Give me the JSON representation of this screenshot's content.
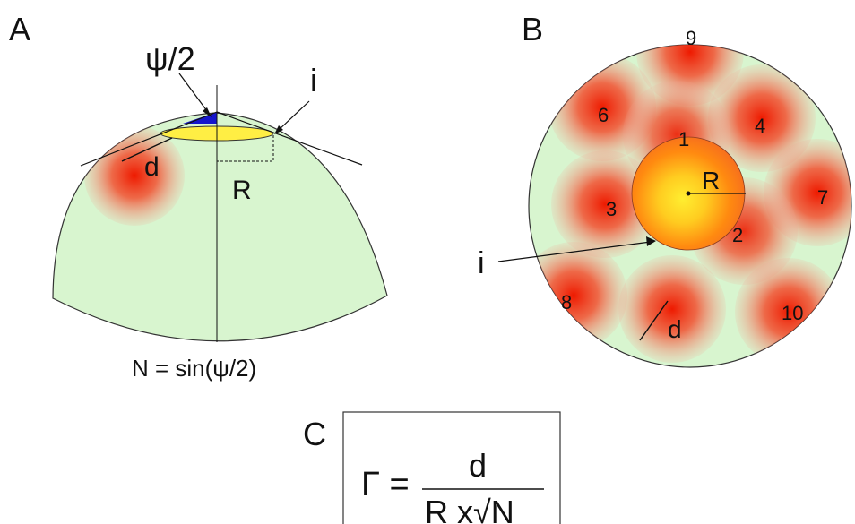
{
  "colors": {
    "sphere_fill": "#d8f5cf",
    "lens_fill": "#ffee44",
    "angle_fill": "#1515cc",
    "spot_center": "#ee2200",
    "stroke": "#333333"
  },
  "panel_a": {
    "label": "A",
    "psi_label": "ψ/2",
    "i_label": "i",
    "d_label": "d",
    "r_label": "R",
    "formula": "N = sin(ψ/2)"
  },
  "panel_b": {
    "label": "B",
    "r_label": "R",
    "i_label": "i",
    "d_label": "d",
    "spots": [
      {
        "n": "1"
      },
      {
        "n": "2"
      },
      {
        "n": "3"
      },
      {
        "n": "4"
      },
      {
        "n": "6"
      },
      {
        "n": "7"
      },
      {
        "n": "8"
      },
      {
        "n": "9"
      },
      {
        "n": "10"
      }
    ]
  },
  "panel_c": {
    "label": "C",
    "gamma": "Γ =",
    "numerator": "d",
    "denominator": "R x√N"
  }
}
